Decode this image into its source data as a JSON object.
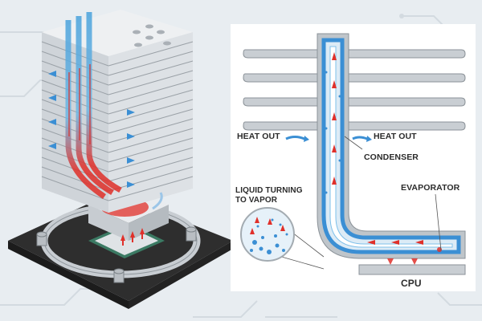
{
  "labels": {
    "heat_out_left": "HEAT OUT",
    "heat_out_right": "HEAT OUT",
    "condenser": "CONDENSER",
    "evaporator": "EVAPORATOR",
    "liquid_line1": "LIQUID TURNING",
    "liquid_line2": "TO VAPOR",
    "cpu": "CPU"
  },
  "colors": {
    "background": "#e8edf1",
    "fin_gray": "#c9ced3",
    "heatpipe_blue": "#4aa3dd",
    "heat_red": "#e0302a",
    "base_black": "#2b2b2b"
  }
}
